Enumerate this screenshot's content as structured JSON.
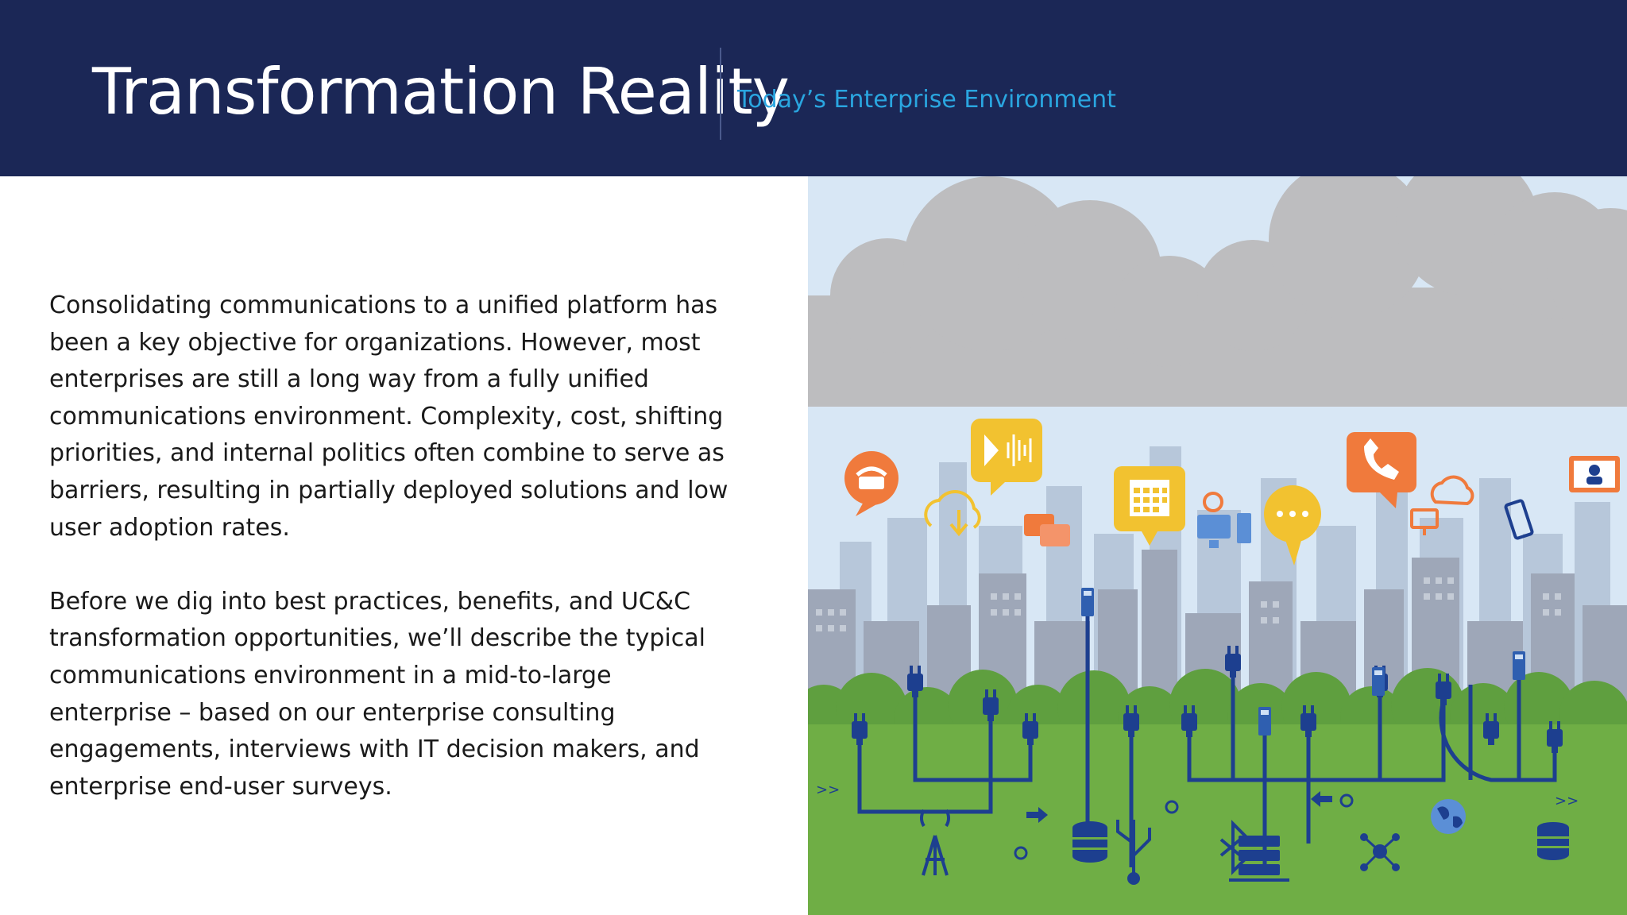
{
  "header": {
    "title": "Transformation Reality",
    "subtitle": "Today’s Enterprise Environment"
  },
  "body": {
    "paragraph1": "Consolidating communications to a unified platform has been a key objective for organizations. However, most enterprises are still a long way from a fully unified communications environment. Complexity, cost, shifting priorities, and internal politics often combine to serve as barriers, resulting in partially deployed solutions and low user adoption rates.",
    "paragraph2": "Before we dig into best practices, benefits, and UC&C transformation opportunities, we’ll describe the typical communications environment in a mid-to-large enterprise – based on our enterprise consulting engagements, interviews with IT decision makers, and enterprise end-user surveys."
  },
  "illustration": {
    "arrow_marks": ">>"
  },
  "colors": {
    "header_bg": "#1b2756",
    "subtitle": "#2aa6e0",
    "sky": "#d6e6f5",
    "cloud": "#bdbdbf",
    "grass": "#6fae45",
    "cable": "#1d3f8f",
    "orange": "#f07a3c",
    "yellow": "#f2c230"
  },
  "icons": [
    "phone-bubble-icon",
    "audio-bubble-icon",
    "cloud-download-icon",
    "chat-icon",
    "calendar-bubble-icon",
    "video-conference-icon",
    "ellipsis-bubble-icon",
    "handset-bubble-icon",
    "cloud-sync-icon",
    "mobile-phone-icon",
    "video-call-icon",
    "radio-tower-icon",
    "database-icon",
    "usb-icon",
    "bluetooth-icon",
    "server-icon",
    "network-hub-icon",
    "globe-icon",
    "power-plug-icon"
  ]
}
